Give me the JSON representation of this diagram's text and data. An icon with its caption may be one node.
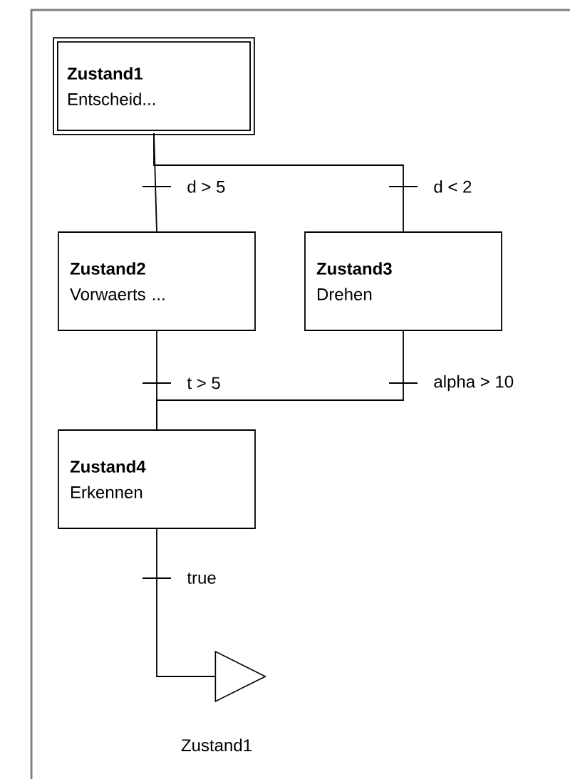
{
  "diagram": {
    "nodes": [
      {
        "text": [
          "Zustand1",
          "Entscheid..."
        ]
      },
      {
        "text": [
          "Zustand2",
          "Vorwaerts ..."
        ]
      },
      {
        "text": [
          "Zustand3",
          "Drehen"
        ]
      },
      {
        "text": [
          "Zustand4",
          "Erkennen"
        ]
      },
      {
        "text": [],
        "shape": "triangle",
        "beside": [
          "Zustand1"
        ]
      }
    ],
    "edges": [
      {
        "from": 0,
        "to": 1,
        "arrow": "none",
        "label": "d > 5"
      },
      {
        "from": 0,
        "to": 2,
        "arrow": "none",
        "label": "d < 2"
      },
      {
        "from": 1,
        "to": 3,
        "arrow": "none",
        "label": "t > 5"
      },
      {
        "from": 2,
        "to": 3,
        "arrow": "none",
        "label": "alpha > 10"
      },
      {
        "from": 3,
        "to": 4,
        "arrow": "none",
        "label": "true"
      }
    ]
  }
}
